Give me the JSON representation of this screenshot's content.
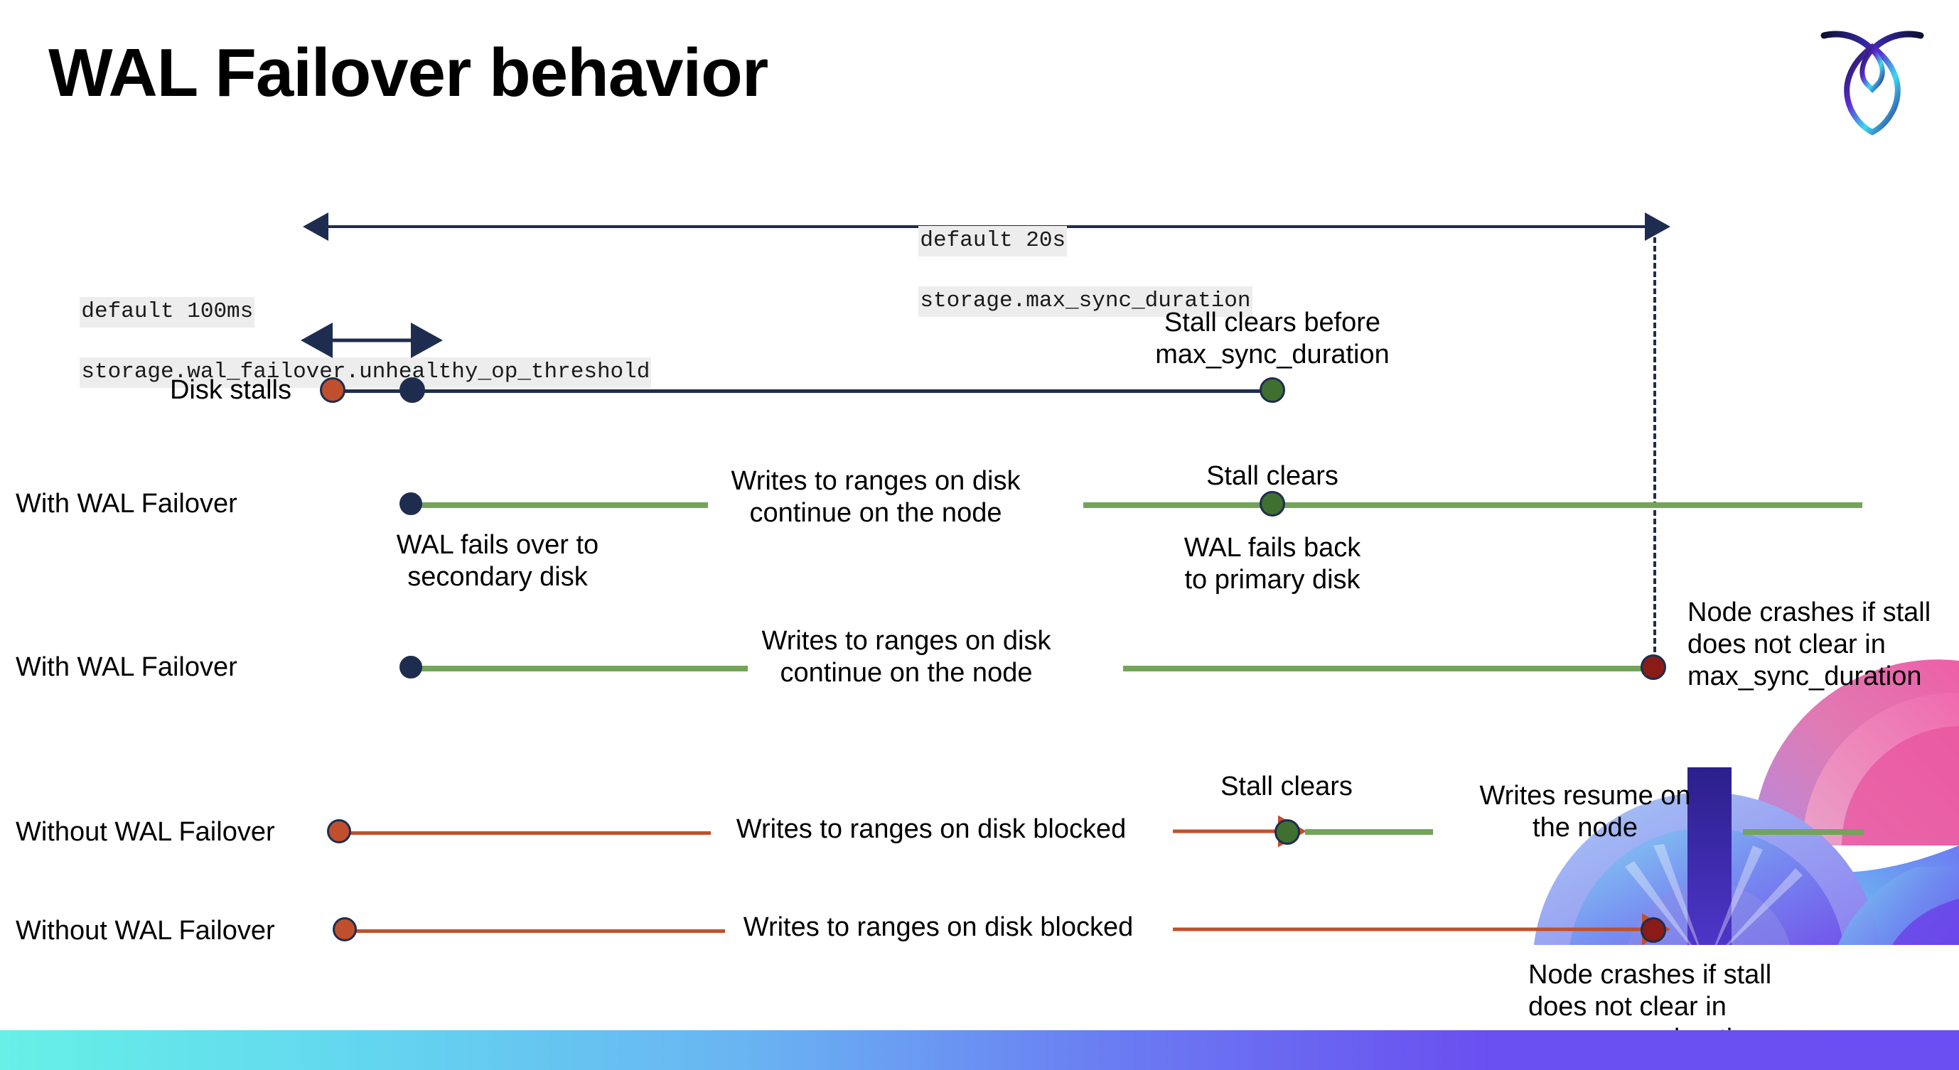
{
  "slide": {
    "title": "WAL Failover behavior",
    "logo_name": "cockroachdb-logo"
  },
  "settings": {
    "max_sync": {
      "default_label": "default 20s",
      "setting_name": "storage.max_sync_duration"
    },
    "unhealthy_op": {
      "default_label": "default 100ms",
      "setting_name": "storage.wal_failover.unhealthy_op_threshold"
    }
  },
  "rows": [
    {
      "label": "Disk stalls",
      "notes": [
        "Stall clears before\nmax_sync_duration"
      ]
    },
    {
      "label": "With WAL Failover",
      "notes": [
        "Writes to ranges on disk\ncontinue on the node",
        "Stall clears",
        "WAL fails over to\nsecondary disk",
        "WAL fails  back\nto primary disk"
      ]
    },
    {
      "label": "With WAL Failover",
      "notes": [
        "Writes to ranges on disk\ncontinue on the node",
        "Node crashes if stall\ndoes not clear in\nmax_sync_duration"
      ]
    },
    {
      "label": "Without WAL Failover",
      "notes": [
        "Writes to ranges on disk  blocked",
        "Stall clears",
        "Writes resume on\nthe node"
      ]
    },
    {
      "label": "Without WAL Failover",
      "notes": [
        "Writes to ranges on disk  blocked",
        "Node crashes if stall\ndoes not clear in\nmax_sync_duration"
      ]
    }
  ],
  "colors": {
    "navy": "#1e2d4f",
    "orange": "#c0502d",
    "green_line": "#73a45a",
    "green_dot": "#3f7030",
    "dark_red": "#8a1b17",
    "chip_bg": "#ededed"
  }
}
